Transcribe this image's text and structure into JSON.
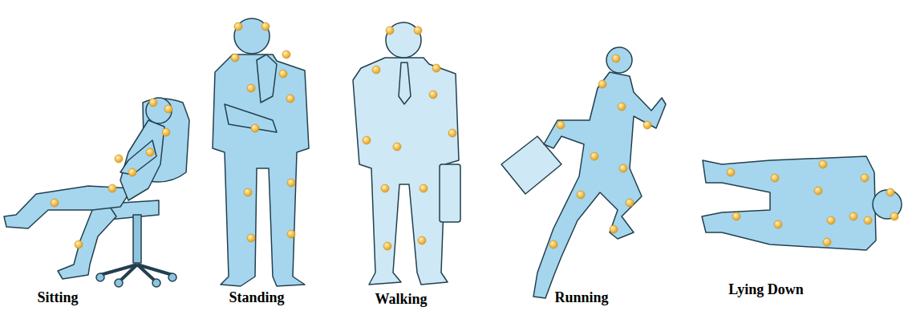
{
  "diagram": {
    "labels": [
      "Sitting",
      "Standing",
      "Walking",
      "Running",
      "Lying Down"
    ]
  }
}
